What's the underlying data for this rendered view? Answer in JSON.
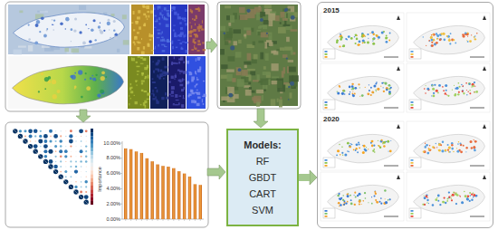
{
  "diagram": {
    "nodes": [
      {
        "text": [
          "Models:",
          "RF",
          "GBDT",
          "CART",
          "SVM"
        ]
      },
      {
        "text": [
          "2015",
          "2020"
        ]
      }
    ],
    "edges": [
      {
        "from": 0,
        "to": 1,
        "arrow": "to"
      }
    ],
    "labels": [
      "10.00%",
      "8.00%",
      "6.00%",
      "4.00%",
      "2.00%",
      "0.00%",
      "Importance"
    ]
  }
}
